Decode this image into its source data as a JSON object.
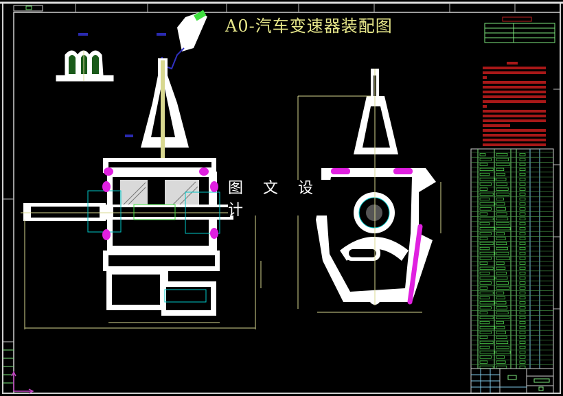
{
  "drawing": {
    "title": "A0-汽车变速器装配图",
    "watermark": "图 文 设 计",
    "views": [
      {
        "name": "front-section-view",
        "description": "Transmission assembly longitudinal section"
      },
      {
        "name": "side-view",
        "description": "Transmission assembly side view"
      },
      {
        "name": "shift-lever-detail",
        "description": "Gear shift lever"
      },
      {
        "name": "shift-fork-detail",
        "description": "Shift fork / bracket detail"
      }
    ],
    "panels": {
      "technical_requirements_table": "Tech parameters table (red text, illegible)",
      "parts_list": "Bill of materials (green text, illegible)",
      "title_block": "Title block"
    },
    "colors": {
      "background": "#000000",
      "outline": "#ffffff",
      "title_text": "#e6e68a",
      "highlight": "#e020e0",
      "dimension": "#d8d890",
      "table_lines": "#7ee87e",
      "requirements_text": "#c02020",
      "centerline": "#00c8c8"
    }
  }
}
